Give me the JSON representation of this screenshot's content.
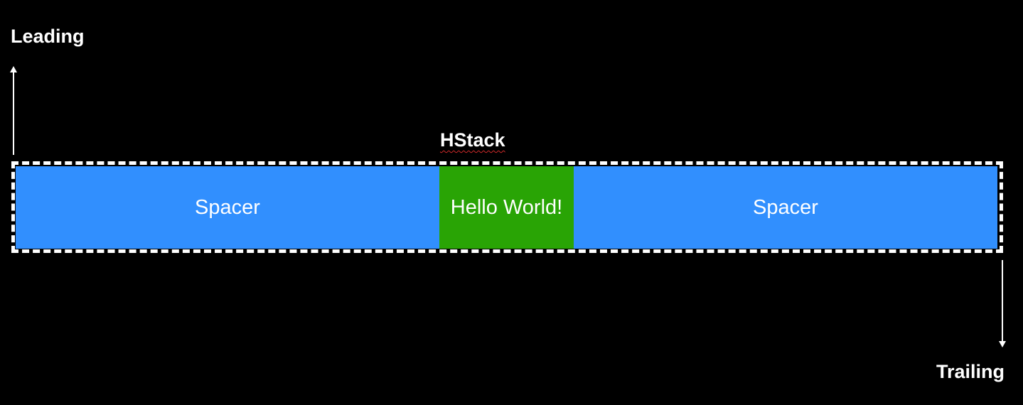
{
  "labels": {
    "leading": "Leading",
    "trailing": "Trailing",
    "hstack": "HStack"
  },
  "cells": {
    "spacer_left": "Spacer",
    "hello": "Hello World!",
    "spacer_right": "Spacer"
  },
  "colors": {
    "background": "#000000",
    "spacer": "#318ffe",
    "hello": "#29a405",
    "frame": "#ffffff",
    "text": "#ffffff"
  }
}
